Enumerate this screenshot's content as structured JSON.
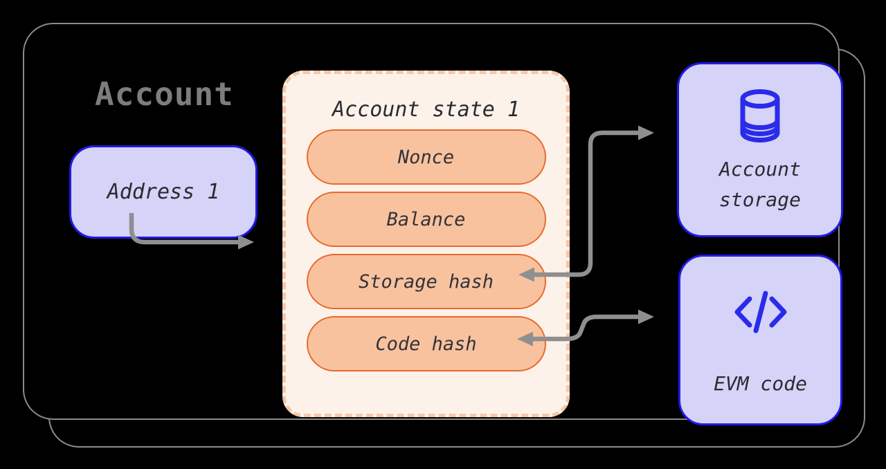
{
  "account_card": {
    "title": "Account"
  },
  "address_box": {
    "label": "Address 1"
  },
  "state_box": {
    "title": "Account state 1",
    "pills": [
      {
        "label": "Nonce"
      },
      {
        "label": "Balance"
      },
      {
        "label": "Storage hash"
      },
      {
        "label": "Code hash"
      }
    ]
  },
  "storage_box": {
    "icon": "database-icon",
    "line1": "Account",
    "line2": "storage"
  },
  "evm_box": {
    "icon": "code-icon",
    "label": "EVM code"
  },
  "colors": {
    "background": "#000000",
    "card_border_gray": "#8c8c8c",
    "title_gray": "#7d7d7d",
    "lavender_fill": "#d5d3f8",
    "blue_border": "#1f1ae6",
    "icon_blue": "#2b2bea",
    "cream_fill": "#fdf2ea",
    "dash_border_peach": "#f7c7a7",
    "pill_fill": "#f9c29e",
    "pill_border_orange": "#e8692b",
    "arrow_gray": "#8f8f8f",
    "text_dark": "#2b2b31"
  }
}
